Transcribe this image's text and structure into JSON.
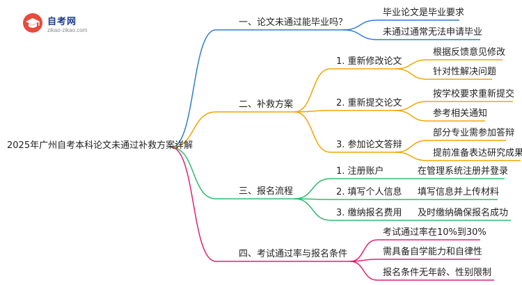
{
  "logo": {
    "title": "自考网",
    "url": "zikao-zikao.com"
  },
  "root": "2025年广州自考本科论文未通过补救方案详解",
  "branches": [
    {
      "label": "一、论文未通过能毕业吗？",
      "color": "#2e7bd6",
      "children": [
        {
          "label": "毕业论文是毕业要求"
        },
        {
          "label": "未通过通常无法申请毕业"
        }
      ]
    },
    {
      "label": "二、补救方案",
      "color": "#f0a500",
      "children": [
        {
          "label": "1. 重新修改论文",
          "children": [
            {
              "label": "根据反馈意见修改"
            },
            {
              "label": "针对性解决问题"
            }
          ]
        },
        {
          "label": "2. 重新提交论文",
          "children": [
            {
              "label": "按学校要求重新提交"
            },
            {
              "label": "参考相关通知"
            }
          ]
        },
        {
          "label": "3. 参加论文答辩",
          "children": [
            {
              "label": "部分专业需参加答辩"
            },
            {
              "label": "提前准备表达研究成果"
            }
          ]
        }
      ]
    },
    {
      "label": "三、报名流程",
      "color": "#2ebb6e",
      "children": [
        {
          "label": "1. 注册账户",
          "children": [
            {
              "label": "在管理系统注册并登录"
            }
          ]
        },
        {
          "label": "2. 填写个人信息",
          "children": [
            {
              "label": "填写信息并上传材料"
            }
          ]
        },
        {
          "label": "3. 缴纳报名费用",
          "children": [
            {
              "label": "及时缴纳确保报名成功"
            }
          ]
        }
      ]
    },
    {
      "label": "四、考试通过率与报名条件",
      "color": "#e0206e",
      "children": [
        {
          "label": "考试通过率在10%到30%"
        },
        {
          "label": "需具备自学能力和自律性"
        },
        {
          "label": "报名条件无年龄、性别限制"
        }
      ]
    }
  ]
}
